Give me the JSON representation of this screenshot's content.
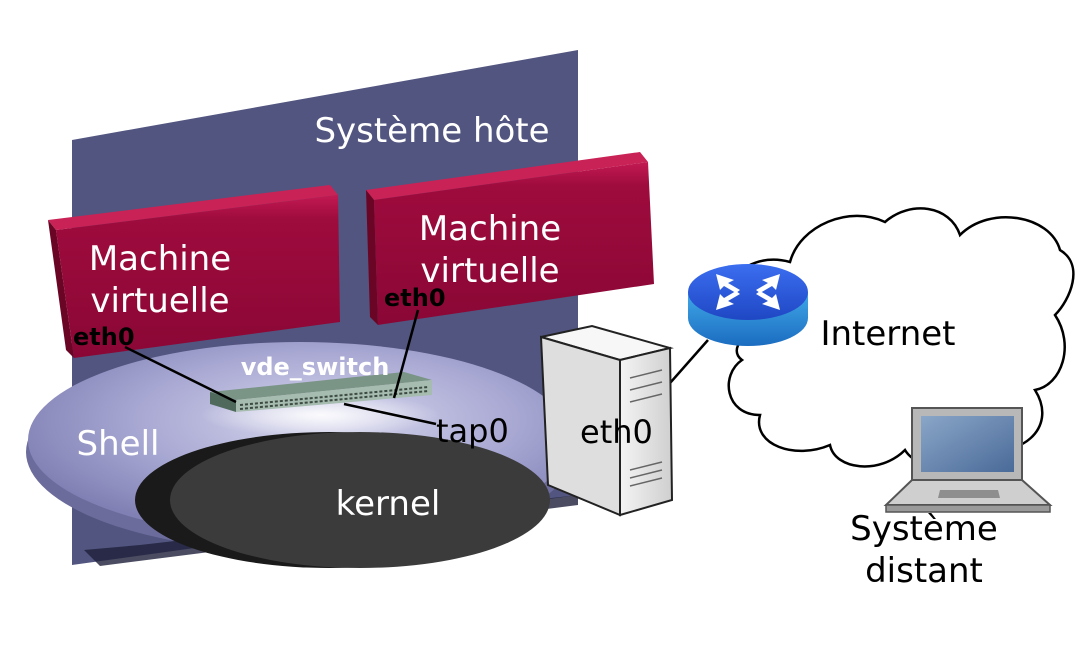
{
  "host": {
    "title": "Système hôte"
  },
  "vm_left": {
    "line1": "Machine",
    "line2": "virtuelle",
    "iface": "eth0"
  },
  "vm_right": {
    "line1": "Machine",
    "line2": "virtuelle",
    "iface": "eth0"
  },
  "switch": {
    "label": "vde_switch"
  },
  "shell": {
    "label": "Shell"
  },
  "kernel": {
    "label": "kernel"
  },
  "tap": {
    "label": "tap0"
  },
  "server": {
    "iface": "eth0"
  },
  "internet": {
    "label": "Internet"
  },
  "remote": {
    "line1": "Système",
    "line2": "distant"
  },
  "colors": {
    "host_panel": "#525580",
    "vm_box": "#9c0a3c",
    "shell_disk": "#9a9ac8",
    "kernel_disk": "#3a3a3a",
    "router": "#2a5ad8"
  }
}
